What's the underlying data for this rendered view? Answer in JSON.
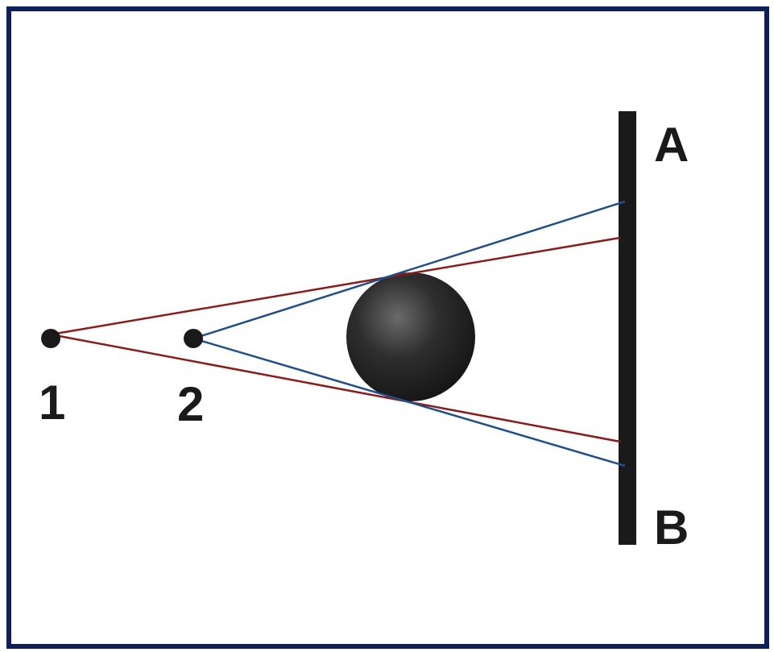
{
  "labels": {
    "top_end": "A",
    "bottom_end": "B",
    "source_1": "1",
    "source_2": "2"
  },
  "colors": {
    "frame": "#0f1f5c",
    "rays_source_1": "#8b1a1a",
    "rays_source_2": "#1f4f8b",
    "ink": "#1a1a1a"
  }
}
